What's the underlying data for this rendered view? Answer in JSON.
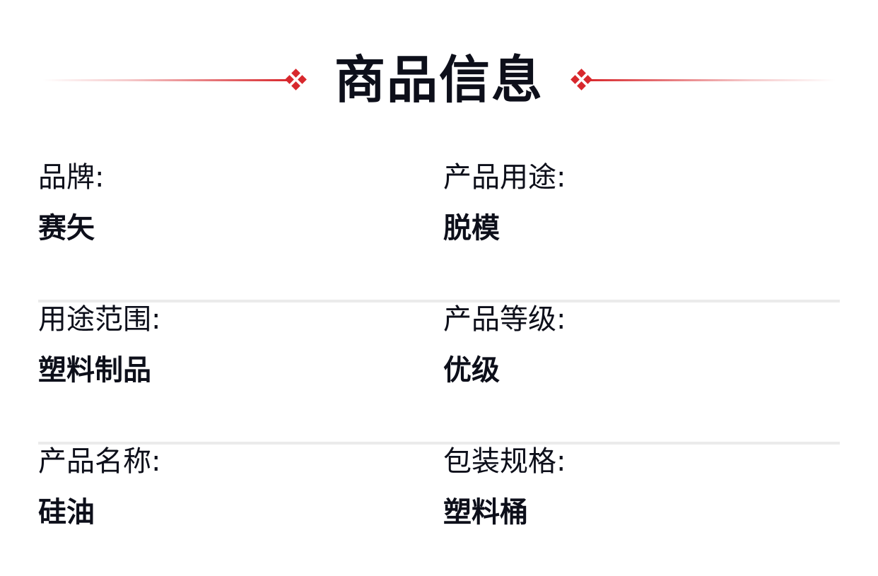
{
  "header": {
    "title": "商品信息",
    "accent_color": "#d8282d"
  },
  "rows": [
    {
      "left": {
        "label": "品牌:",
        "value": "赛矢"
      },
      "right": {
        "label": "产品用途:",
        "value": "脱模"
      }
    },
    {
      "left": {
        "label": "用途范围:",
        "value": "塑料制品"
      },
      "right": {
        "label": "产品等级:",
        "value": "优级"
      }
    },
    {
      "left": {
        "label": "产品名称:",
        "value": "硅油"
      },
      "right": {
        "label": "包装规格:",
        "value": "塑料桶"
      }
    }
  ]
}
